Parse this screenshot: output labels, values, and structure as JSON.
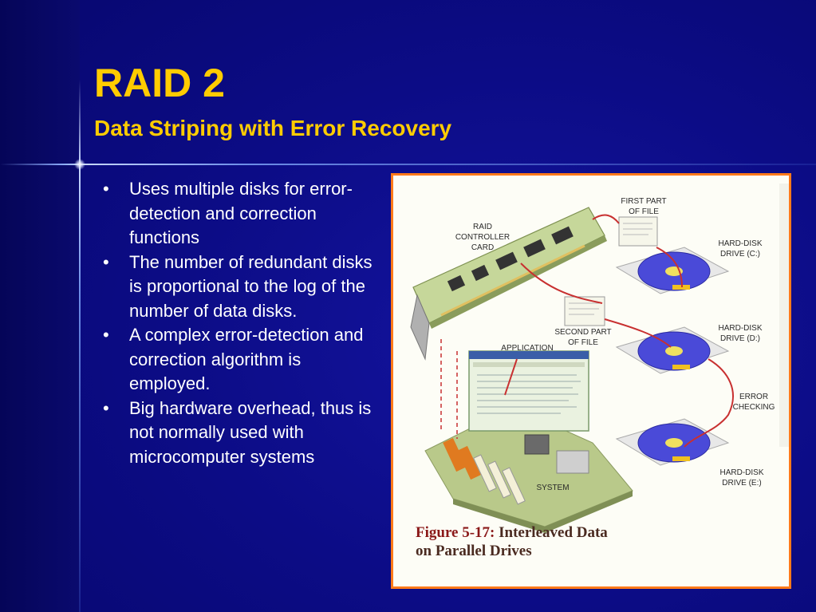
{
  "slide": {
    "title": "RAID 2",
    "subtitle": "Data Striping with Error Recovery",
    "bullets": [
      "Uses multiple disks for error- detection and correction functions",
      "The number of redundant disks is proportional to the log of the number of data disks.",
      "A complex error-detection and correction algorithm is employed.",
      "Big hardware overhead, thus is not normally used with microcomputer systems"
    ]
  },
  "figure": {
    "labels": {
      "raid_line1": "RAID",
      "raid_line2": "CONTROLLER",
      "raid_line3": "CARD",
      "first_part_line1": "FIRST PART",
      "first_part_line2": "OF FILE",
      "second_part_line1": "SECOND PART",
      "second_part_line2": "OF FILE",
      "application": "APPLICATION",
      "system": "SYSTEM",
      "drive_c_line1": "HARD-DISK",
      "drive_c_line2": "DRIVE (C:)",
      "drive_d_line1": "HARD-DISK",
      "drive_d_line2": "DRIVE (D:)",
      "drive_e_line1": "HARD-DISK",
      "drive_e_line2": "DRIVE (E:)",
      "error_line1": "ERROR",
      "error_line2": "CHECKING"
    },
    "caption_number": "Figure 5-17:",
    "caption_text": "Interleaved Data on Parallel Drives"
  },
  "colors": {
    "background": "#0c0c86",
    "title": "#ffcc00",
    "body_text": "#ffffff",
    "figure_border": "#ff7a1a",
    "arrow": "#c83030",
    "disk": "#4a4ad8"
  }
}
